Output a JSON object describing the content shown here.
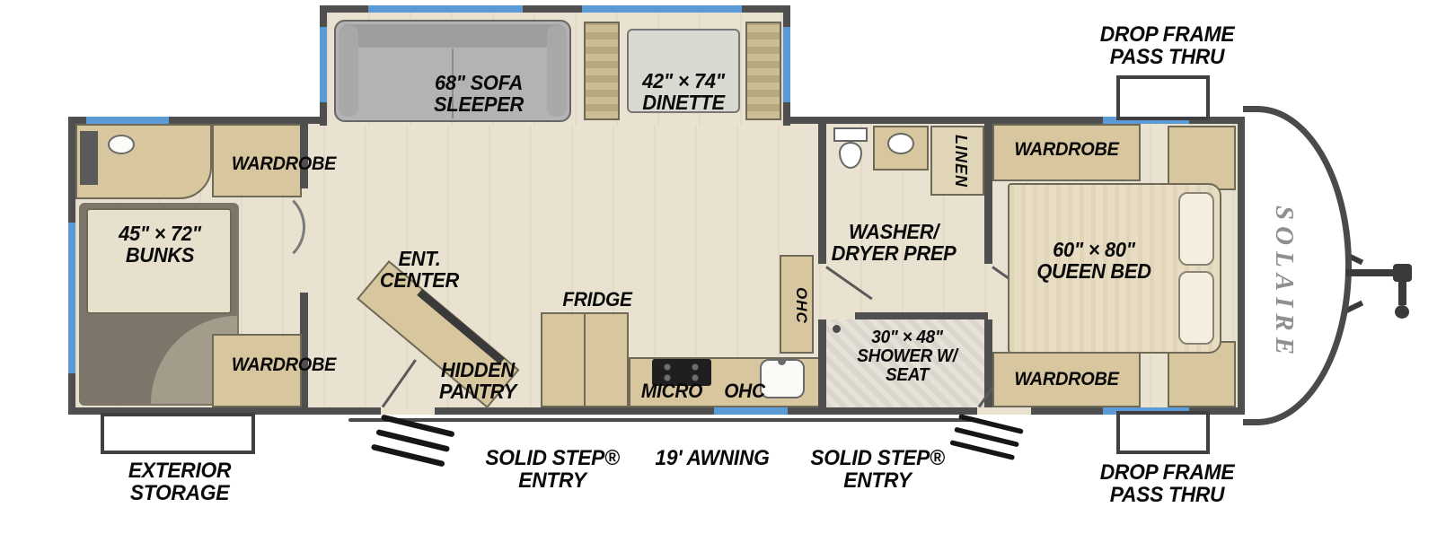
{
  "title": "Solaire travel trailer floor plan",
  "brand": {
    "logo": "SOLAIRE"
  },
  "colors": {
    "wall": "#4f4f4f",
    "floor": "#eae2d1",
    "furniture": "#d7c69e",
    "window": "#5b9bd5",
    "label_text": "#0a0a0a",
    "logo_gray": "#8f8f8f"
  },
  "exterior": {
    "drop_frame_top": [
      "DROP FRAME",
      "PASS THRU"
    ],
    "drop_frame_bottom": [
      "DROP FRAME",
      "PASS THRU"
    ],
    "exterior_storage": [
      "EXTERIOR",
      "STORAGE"
    ],
    "solid_step_left": [
      "SOLID STEP®",
      "ENTRY"
    ],
    "solid_step_right": [
      "SOLID STEP®",
      "ENTRY"
    ],
    "awning": "19' AWNING"
  },
  "rooms": {
    "sofa": [
      "68\" SOFA",
      "SLEEPER"
    ],
    "dinette": [
      "42\" × 74\"",
      "DINETTE"
    ],
    "wardrobe_bunk_top": "WARDROBE",
    "wardrobe_bunk_bottom": "WARDROBE",
    "bunks": [
      "45\" × 72\"",
      "BUNKS"
    ],
    "ent_center": [
      "ENT.",
      "CENTER"
    ],
    "hidden_pantry": [
      "HIDDEN",
      "PANTRY"
    ],
    "fridge": "FRIDGE",
    "micro": "MICRO",
    "ohc_upper": "OHC",
    "ohc_lower": "OHC",
    "washer_dryer": [
      "WASHER/",
      "DRYER PREP"
    ],
    "linen": "LINEN",
    "shower": [
      "30\" × 48\"",
      "SHOWER W/",
      "SEAT"
    ],
    "wardrobe_bed_top": "WARDROBE",
    "wardrobe_bed_bottom": "WARDROBE",
    "queen_bed": [
      "60\" × 80\"",
      "QUEEN BED"
    ]
  }
}
